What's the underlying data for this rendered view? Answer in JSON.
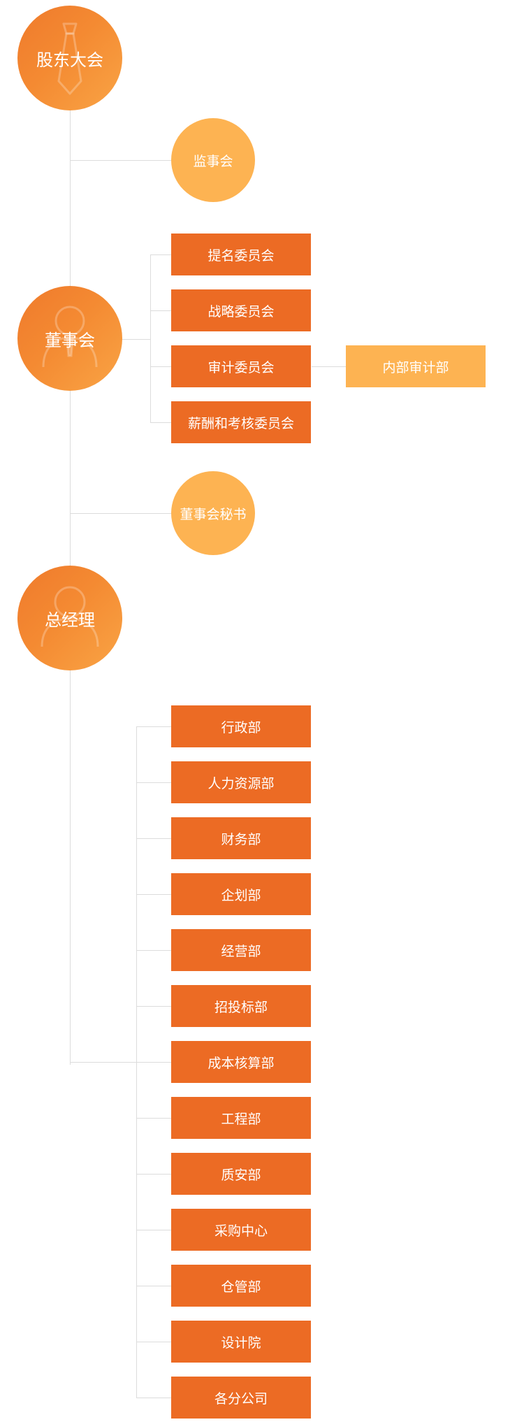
{
  "nodes": {
    "shareholders": "股东大会",
    "supervisors": "监事会",
    "board": "董事会",
    "board_secretary": "董事会秘书",
    "general_manager": "总经理"
  },
  "committees": [
    "提名委员会",
    "战略委员会",
    "审计委员会",
    "薪酬和考核委员会"
  ],
  "audit_sub": "内部审计部",
  "departments": [
    "行政部",
    "人力资源部",
    "财务部",
    "企划部",
    "经营部",
    "招投标部",
    "成本核算部",
    "工程部",
    "质安部",
    "采购中心",
    "仓管部",
    "设计院",
    "各分公司"
  ],
  "colors": {
    "dept_box": "#ec6b24",
    "light_node": "#fdb352",
    "circle_gradient_start": "#ef7a2c",
    "circle_gradient_end": "#f9a445",
    "connector": "#dcdcdc"
  },
  "icons": {
    "shareholders": "tie-icon",
    "board": "person-icon",
    "general_manager": "person-icon"
  }
}
